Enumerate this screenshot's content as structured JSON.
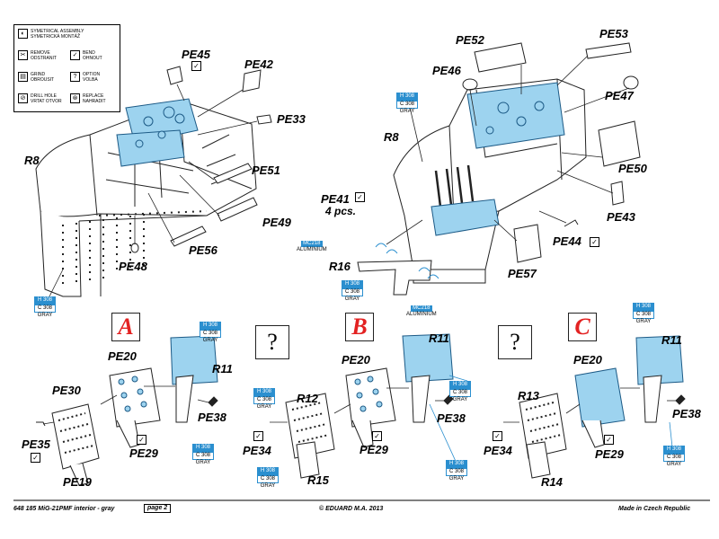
{
  "legend": {
    "items": [
      {
        "icon": "symmetrical-assembly-icon",
        "line1": "SYMETRICAL ASSEMBLY",
        "line2": "SYMETRICKÁ MONTÁŽ"
      },
      {
        "icon": "remove-icon",
        "line1": "REMOVE",
        "line2": "ODSTRANIT"
      },
      {
        "icon": "bend-icon",
        "line1": "BEND",
        "line2": "OHNOUT"
      },
      {
        "icon": "grind-icon",
        "line1": "GRIND",
        "line2": "OBROUSIT"
      },
      {
        "icon": "option-icon",
        "line1": "OPTION",
        "line2": "VOLBA"
      },
      {
        "icon": "drill-hole-icon",
        "line1": "DRILL HOLE",
        "line2": "VRTAT OTVOR"
      },
      {
        "icon": "replace-icon",
        "line1": "REPLACE",
        "line2": "NAHRADIT"
      }
    ]
  },
  "parts": {
    "pe45": "PE45",
    "pe42": "PE42",
    "pe33": "PE33",
    "pe51": "PE51",
    "pe49": "PE49",
    "pe56": "PE56",
    "pe48": "PE48",
    "r8_left": "R8",
    "pe52": "PE52",
    "pe53": "PE53",
    "pe46": "PE46",
    "pe47": "PE47",
    "r8_right": "R8",
    "pe50": "PE50",
    "pe43": "PE43",
    "pe44": "PE44",
    "pe57": "PE57",
    "pe41": "PE41",
    "pe41_qty": "4 pcs.",
    "r16": "R16",
    "a_pe20": "PE20",
    "a_r11": "R11",
    "a_pe30": "PE30",
    "a_pe38": "PE38",
    "a_pe35": "PE35",
    "a_pe29": "PE29",
    "a_pe19": "PE19",
    "b_r12": "R12",
    "b_pe20": "PE20",
    "b_r11": "R11",
    "b_pe38": "PE38",
    "b_pe34": "PE34",
    "b_pe29": "PE29",
    "b_r15": "R15",
    "c_r13": "R13",
    "c_pe20": "PE20",
    "c_r11": "R11",
    "c_pe38": "PE38",
    "c_pe34": "PE34",
    "c_pe29": "PE29",
    "c_r14": "R14"
  },
  "variants": {
    "a": "A",
    "b": "B",
    "c": "C",
    "question": "?"
  },
  "paint": {
    "h_code": "H 308",
    "c_code": "C 308",
    "name": "GRAY"
  },
  "aluminium": {
    "code": "MC218",
    "name": "ALUMINIUM"
  },
  "footer": {
    "left": "648 185  MiG-21PMF interior - gray",
    "page": "page 2",
    "center": "© EDUARD  M.A. 2013",
    "right": "Made in Czech Republic"
  },
  "colors": {
    "part_fill": "#9dd3ef",
    "part_stroke": "#1c5a86",
    "accent_red": "#e32222",
    "paint_blue": "#2b8fcf"
  }
}
